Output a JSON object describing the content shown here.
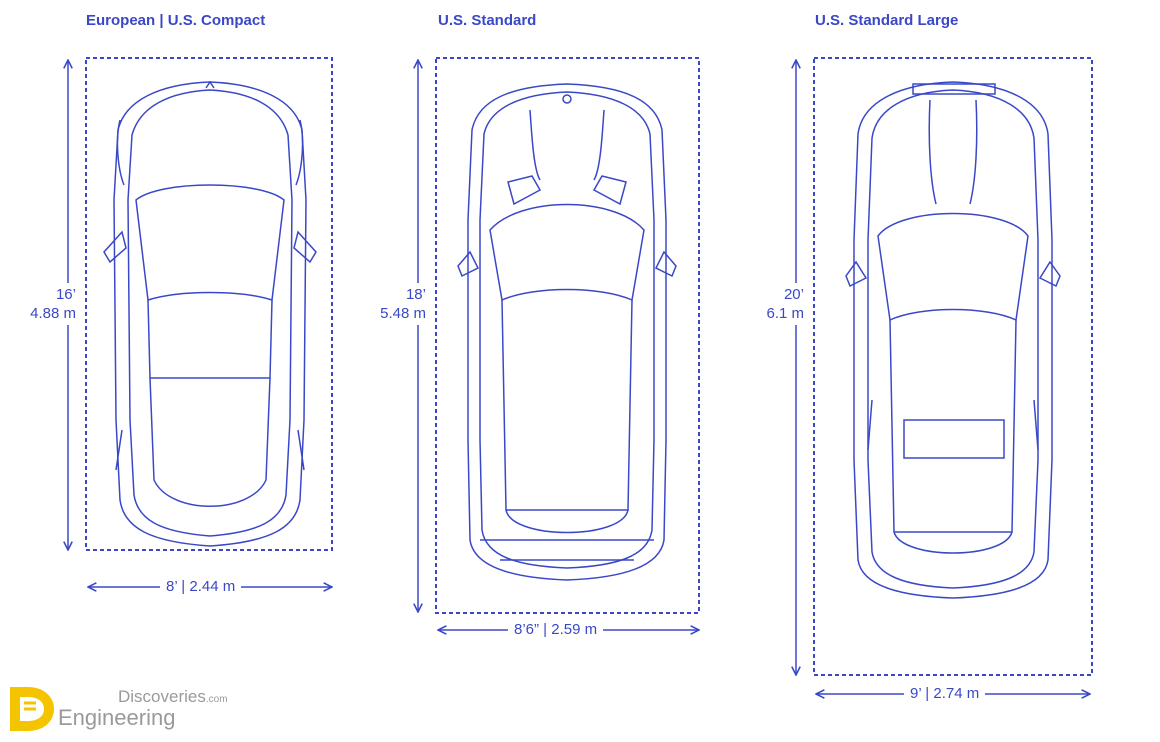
{
  "panels": [
    {
      "title": "European | U.S. Compact",
      "length_ft": "16’",
      "length_m": "4.88 m",
      "width": "8’ | 2.44 m"
    },
    {
      "title": "U.S. Standard",
      "length_ft": "18’",
      "length_m": "5.48 m",
      "width": "8’6” | 2.59 m"
    },
    {
      "title": "U.S. Standard Large",
      "length_ft": "20’",
      "length_m": "6.1 m",
      "width": "9’ | 2.74 m"
    }
  ],
  "logo": {
    "line1": "Discoveries",
    "line1_suffix": ".com",
    "line2": "Engineering"
  },
  "colors": {
    "line": "#3a48c8",
    "logo_yellow": "#f5c400",
    "logo_gray": "#9a9a9a"
  }
}
